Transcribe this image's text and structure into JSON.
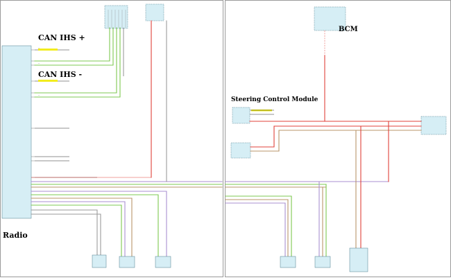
{
  "labels": {
    "can_plus": "CAN IHS +",
    "can_minus": "CAN IHS -",
    "radio": "Radio",
    "bcm": "BCM",
    "scm": "Steering Control Module"
  },
  "colors": {
    "panel_border": "#9a9a9a",
    "connector_fill": "#d6eef5",
    "connector_stroke": "#4a7a8a",
    "wire_red": "#e0403a",
    "wire_green": "#7ec850",
    "wire_tan": "#b8956a",
    "wire_violet": "#a98fd0",
    "wire_gray": "#9a9a9a",
    "wire_black": "#222222",
    "highlight": "#f2ec1e"
  }
}
